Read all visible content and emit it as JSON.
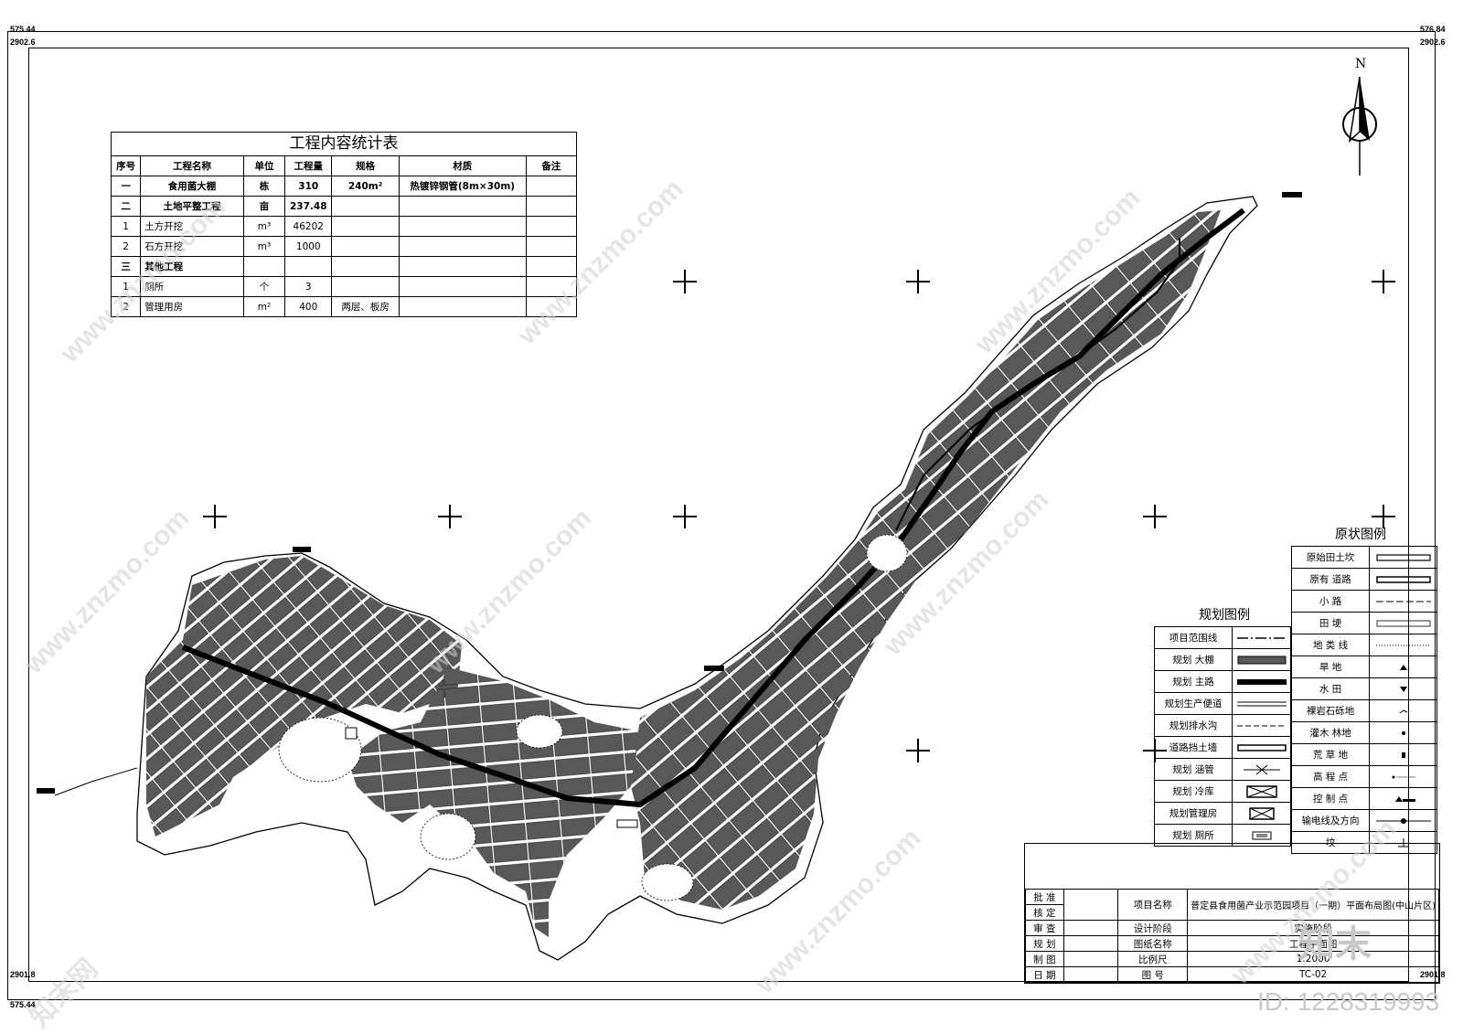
{
  "corners": {
    "tl_x": "575.44",
    "tl_y": "2902.6",
    "tr_x": "576.84",
    "tr_y": "2902.6",
    "bl_x": "575.44",
    "bl_y": "2901.8",
    "br_y": "2901.8"
  },
  "north": "N",
  "stats": {
    "title": "工程内容统计表",
    "headers": [
      "序号",
      "工程名称",
      "单位",
      "工程量",
      "规格",
      "材质",
      "备注"
    ],
    "rows": [
      [
        "一",
        "食用菌大棚",
        "栋",
        "310",
        "240m²",
        "热镀锌钢管(8m×30m)",
        ""
      ],
      [
        "二",
        "土地平整工程",
        "亩",
        "237.48",
        "",
        "",
        ""
      ],
      [
        "1",
        "土方开挖",
        "m³",
        "46202",
        "",
        "",
        ""
      ],
      [
        "2",
        "石方开挖",
        "m³",
        "1000",
        "",
        "",
        ""
      ],
      [
        "三",
        "其他工程",
        "",
        "",
        "",
        "",
        ""
      ],
      [
        "1",
        "厕所",
        "个",
        "3",
        "",
        "",
        ""
      ],
      [
        "2",
        "管理用房",
        "m²",
        "400",
        "两层、板房",
        "",
        ""
      ]
    ]
  },
  "legend_existing": {
    "title": "原状图例",
    "items": [
      "原始田土坎",
      "原有 道路",
      "小 路",
      "田 埂",
      "地 类 线",
      "旱 地",
      "水 田",
      "裸岩石砾地",
      "灌木 林地",
      "荒 草 地",
      "高 程 点",
      "控 制 点",
      "输电线及方向",
      "坟"
    ]
  },
  "legend_plan": {
    "title": "规划图例",
    "items": [
      "项目范围线",
      "规划 大棚",
      "规划 主路",
      "规划生产便道",
      "规划排水沟",
      "道路挡土墙",
      "规划 涵管",
      "规划 冷库",
      "规划管理房",
      "规划 厕所"
    ]
  },
  "title_block": {
    "labels": [
      "批 准",
      "核 定",
      "审 查",
      "规 划",
      "制 图",
      "日 期"
    ],
    "project_label": "项目名称",
    "project_name": "普定县食用菌产业示范园项目（一期）平面布局图(中山片区)",
    "stage_label": "设计阶段",
    "stage_value": "实施阶段",
    "drawing_label": "图纸名称",
    "drawing_value": "工程平面图",
    "scale_label": "比例尺",
    "scale_value": "1:2000",
    "number_label": "图 号",
    "number_value": "TC-02"
  },
  "watermark": {
    "site": "www.znzmo.com",
    "brand": "知末网",
    "logo": "知末",
    "id": "ID: 1228319993"
  }
}
